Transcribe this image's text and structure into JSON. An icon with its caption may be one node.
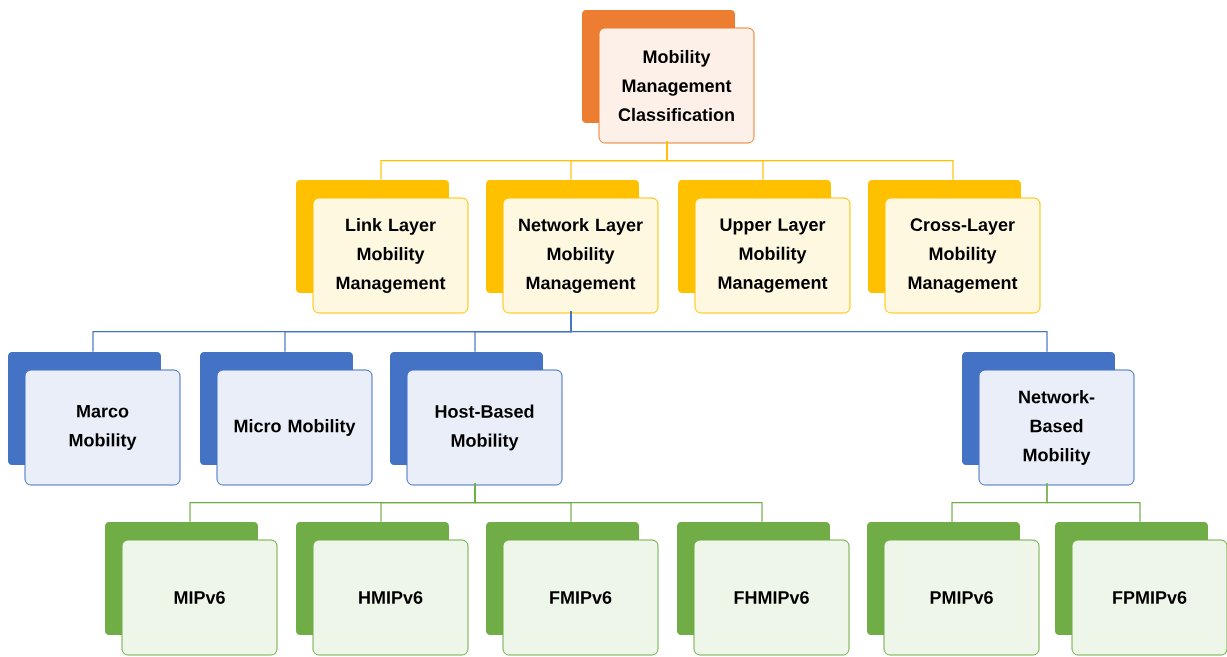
{
  "diagram": {
    "nodes": [
      {
        "text": [
          "Mobility Management Classification"
        ]
      },
      {
        "text": [
          "Link Layer Mobility Management"
        ]
      },
      {
        "text": [
          "Network Layer Mobility Management"
        ]
      },
      {
        "text": [
          "Upper Layer Mobility Management"
        ]
      },
      {
        "text": [
          "Cross-Layer Mobility Management"
        ]
      },
      {
        "text": [
          "Marco Mobility"
        ]
      },
      {
        "text": [
          "Micro Mobility"
        ]
      },
      {
        "text": [
          "Host-Based Mobility"
        ]
      },
      {
        "text": [
          "Network-Based Mobility"
        ]
      },
      {
        "text": [
          "MIPv6"
        ]
      },
      {
        "text": [
          "HMIPv6"
        ]
      },
      {
        "text": [
          "FMIPv6"
        ]
      },
      {
        "text": [
          "FHMIPv6"
        ]
      },
      {
        "text": [
          "PMIPv6"
        ]
      },
      {
        "text": [
          "FPMIPv6"
        ]
      }
    ],
    "edges": [
      {
        "from": 0,
        "to": 1,
        "arrow": "none",
        "color": "#ffc000"
      },
      {
        "from": 0,
        "to": 2,
        "arrow": "none",
        "color": "#ffc000"
      },
      {
        "from": 0,
        "to": 3,
        "arrow": "none",
        "color": "#ffc000"
      },
      {
        "from": 0,
        "to": 4,
        "arrow": "none",
        "color": "#ffc000"
      },
      {
        "from": 2,
        "to": 5,
        "arrow": "none",
        "color": "#4472c4"
      },
      {
        "from": 2,
        "to": 6,
        "arrow": "none",
        "color": "#4472c4"
      },
      {
        "from": 2,
        "to": 7,
        "arrow": "none",
        "color": "#4472c4"
      },
      {
        "from": 2,
        "to": 8,
        "arrow": "none",
        "color": "#4472c4"
      },
      {
        "from": 7,
        "to": 9,
        "arrow": "none"
      },
      {
        "from": 7,
        "to": 10,
        "arrow": "none"
      },
      {
        "from": 7,
        "to": 11,
        "arrow": "none"
      },
      {
        "from": 7,
        "to": 12,
        "arrow": "none"
      },
      {
        "from": 8,
        "to": 13,
        "arrow": "none"
      },
      {
        "from": 8,
        "to": 14,
        "arrow": "none"
      }
    ]
  }
}
